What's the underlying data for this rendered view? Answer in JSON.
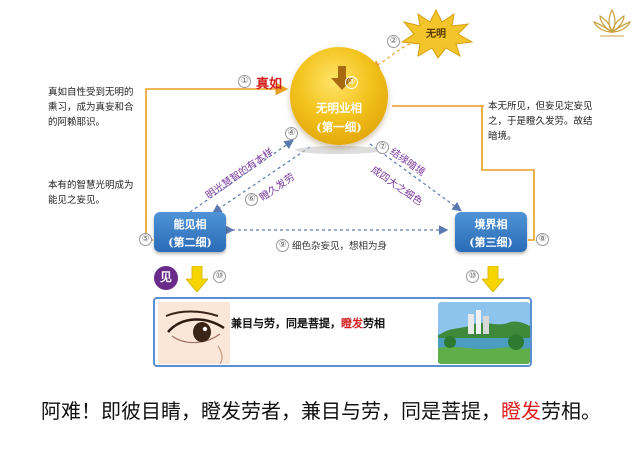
{
  "wuming_label": "无明",
  "center": {
    "title": "无明业相",
    "subtitle": "(第一细)"
  },
  "zhenru": "真如",
  "left_notes": [
    "真如自性受到无明的熏习，成为真妄和合的阿赖耶识。",
    "本有的智慧光明成为能见之妄见。"
  ],
  "right_note": "本无所见，但妄见定妄见之，于是瞪久发劳。故结暗境。",
  "left_box": {
    "title": "能见相",
    "subtitle": "(第二细)"
  },
  "right_box": {
    "title": "境界相",
    "subtitle": "(第三细)"
  },
  "diag_labels": {
    "upper_left": "明光慧智的有本样",
    "lower_left": "瞪久发劳",
    "upper_right": "结缘暗境",
    "lower_right": "成四大之细色"
  },
  "middle_text": "细色杂妄见，想相为身",
  "jian": "见",
  "numbers": [
    "①",
    "②",
    "③",
    "④",
    "⑤",
    "⑥",
    "⑦",
    "⑧",
    "⑨",
    "⑩",
    "⑩"
  ],
  "panel": {
    "part1": "兼目与劳，同是菩提，",
    "part2": "瞪发",
    "part3": "劳相"
  },
  "bottom": {
    "line1": "阿难！即彼目睛，瞪发劳者，兼目与劳，同是菩提，",
    "red": "瞪发",
    "tail": "劳相。"
  },
  "colors": {
    "orange_line": "#e8a020",
    "blue_box": "#3a7cc4",
    "accent_red": "#d42020",
    "purple": "#7a3aa0",
    "yellow_arrow": "#f5d400"
  }
}
